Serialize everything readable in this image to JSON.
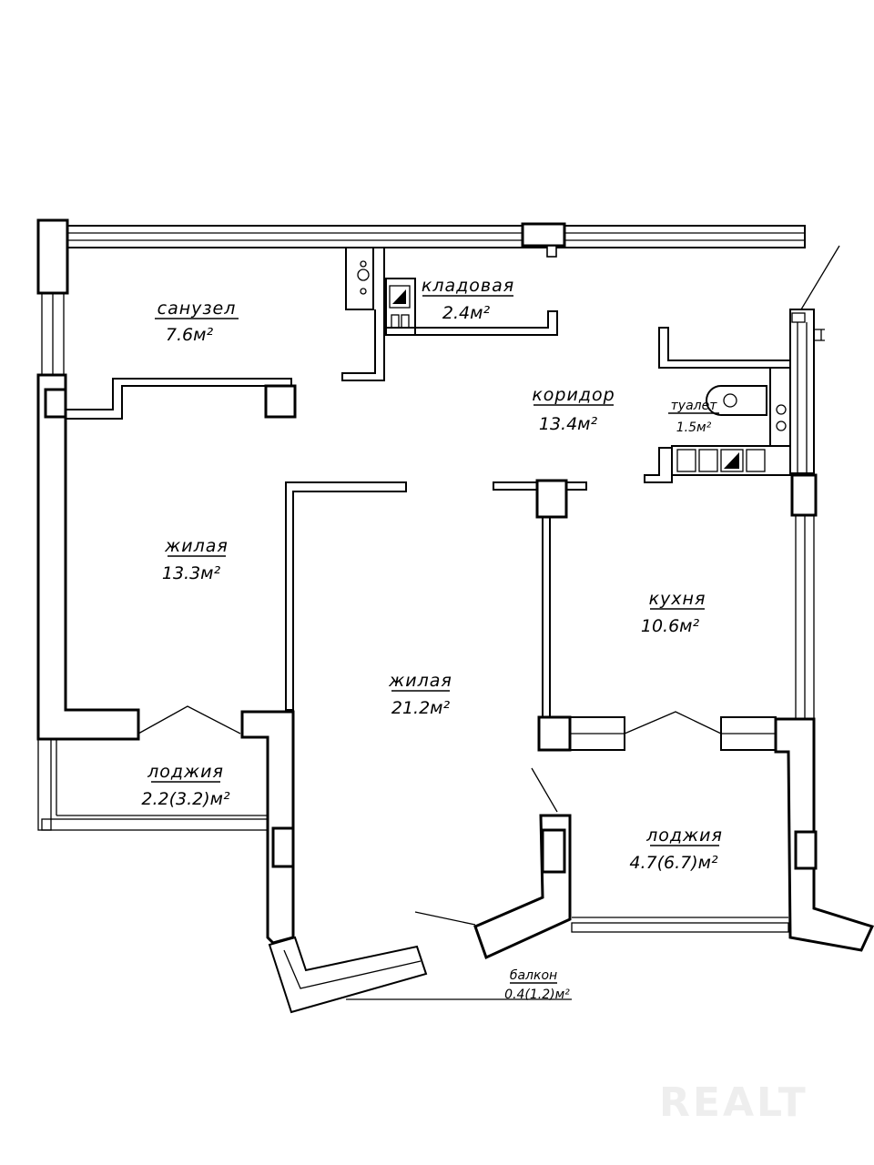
{
  "rooms": {
    "sanuzel": {
      "name": "санузел",
      "area": "7.6м²"
    },
    "kladovaya": {
      "name": "кладовая",
      "area": "2.4м²"
    },
    "koridor": {
      "name": "коридор",
      "area": "13.4м²"
    },
    "tualet": {
      "name": "туалет",
      "area": "1.5м²"
    },
    "zhilaya_small": {
      "name": "жилая",
      "area": "13.3м²"
    },
    "zhilaya_large": {
      "name": "жилая",
      "area": "21.2м²"
    },
    "kukhnya": {
      "name": "кухня",
      "area": "10.6м²"
    },
    "lodzhia_left": {
      "name": "лоджия",
      "area": "2.2(3.2)м²"
    },
    "lodzhia_right": {
      "name": "лоджия",
      "area": "4.7(6.7)м²"
    },
    "balkon": {
      "name": "балкон",
      "area": "0.4(1.2)м²"
    }
  },
  "watermark": {
    "text": "REALT"
  }
}
